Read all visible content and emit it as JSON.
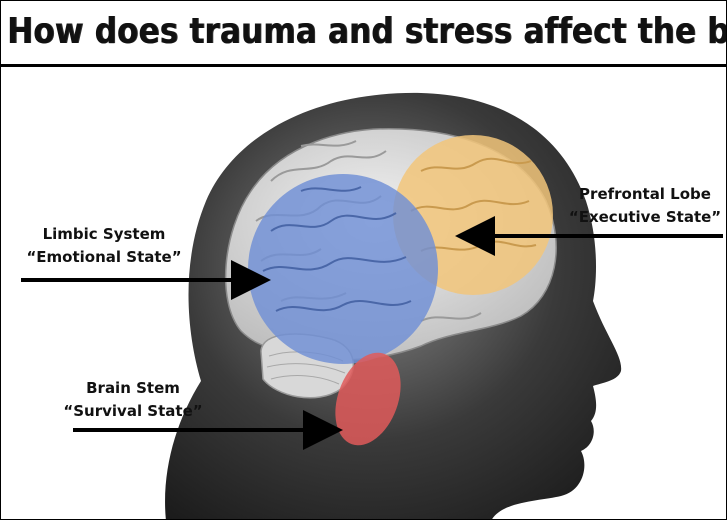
{
  "title": "How does trauma and stress affect the brain?",
  "labels": {
    "limbic": {
      "name": "Limbic System",
      "state": "“Emotional State”",
      "color": "#6f8fd6"
    },
    "prefrontal": {
      "name": "Prefrontal Lobe",
      "state": "“Executive State”",
      "color": "#f2c57a"
    },
    "brainstem": {
      "name": "Brain Stem",
      "state": "“Survival State”",
      "color": "#e05a5a"
    }
  }
}
